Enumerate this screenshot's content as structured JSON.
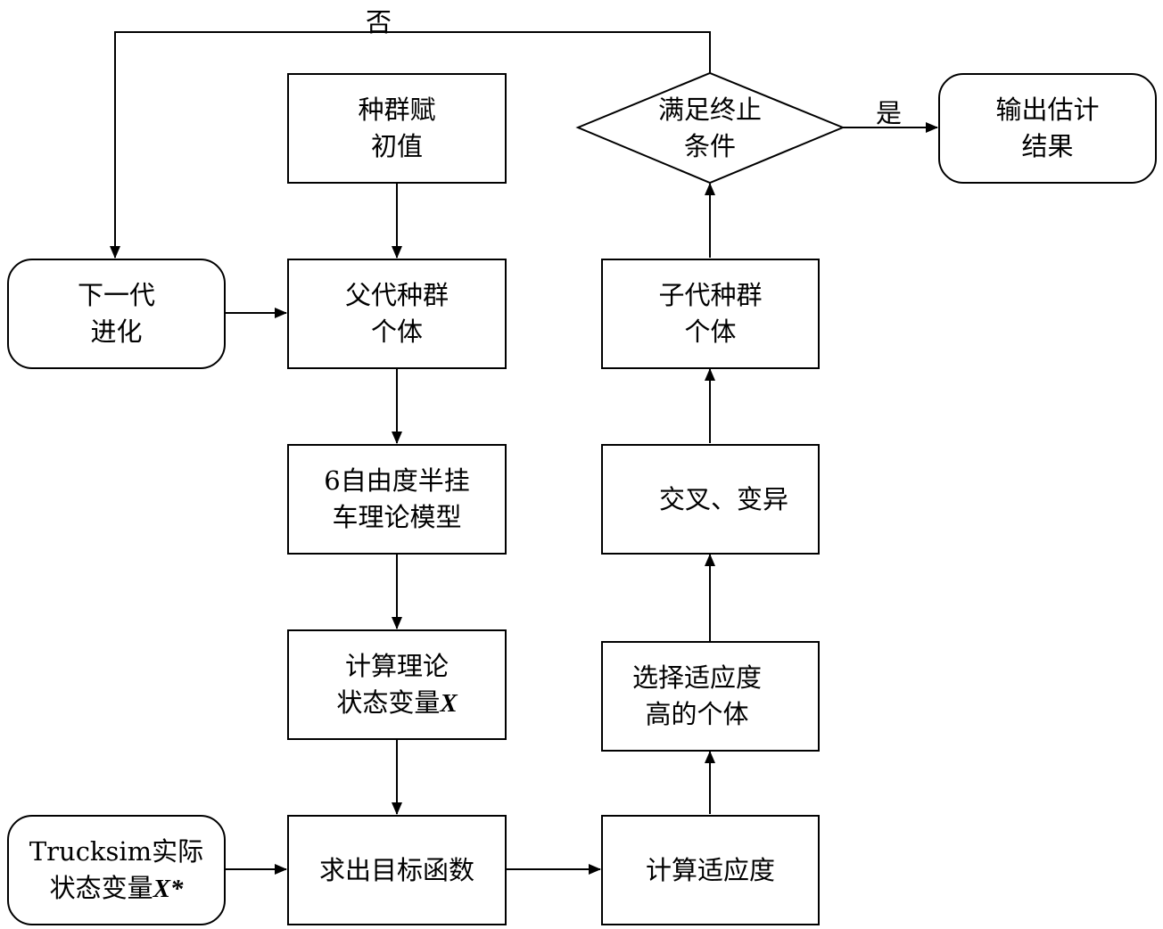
{
  "nodes": {
    "init": {
      "lines": [
        "种群赋",
        "初值"
      ]
    },
    "next_gen": {
      "lines": [
        "下一代",
        "进化"
      ]
    },
    "parent": {
      "lines": [
        "父代种群",
        "个体"
      ]
    },
    "model": {
      "lines": [
        "6自由度半挂",
        "车理论模型"
      ]
    },
    "calc_state": {
      "line1": "计算理论",
      "line2_text": "状态变量",
      "line2_var": "X"
    },
    "objective": {
      "lines": [
        "求出目标函数"
      ]
    },
    "trucksim": {
      "line1": "Trucksim实际",
      "line2_text": "状态变量",
      "line2_var": "X*"
    },
    "fitness": {
      "lines": [
        "计算适应度"
      ]
    },
    "select": {
      "lines": [
        "选择适应度",
        "高的个体"
      ]
    },
    "crossover": {
      "lines": [
        "交叉、变异"
      ]
    },
    "child": {
      "lines": [
        "子代种群",
        "个体"
      ]
    },
    "terminate": {
      "lines": [
        "满足终止",
        "条件"
      ]
    },
    "output": {
      "lines": [
        "输出估计",
        "结果"
      ]
    }
  },
  "labels": {
    "no": "否",
    "yes": "是"
  },
  "colors": {
    "stroke": "#000000",
    "fill": "#ffffff"
  }
}
